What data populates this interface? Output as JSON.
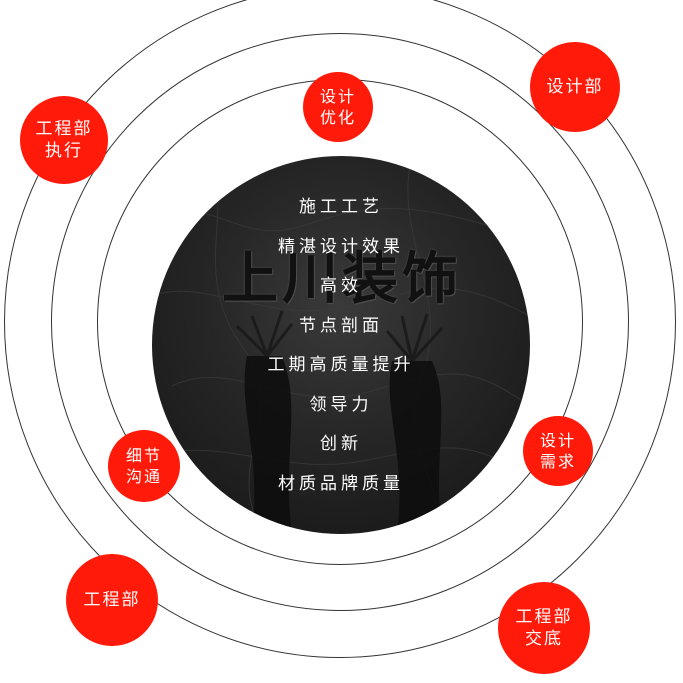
{
  "center": {
    "watermark": "上川装饰",
    "items": [
      "施工工艺",
      "精湛设计效果",
      "高效",
      "节点剖面",
      "工期高质量提升",
      "领导力",
      "创新",
      "材质品牌质量"
    ]
  },
  "badges": {
    "design_dept": "设计部",
    "eng_execute": "工程部\n执行",
    "design_opt": "设计\n优化",
    "detail_comm": "细节\n沟通",
    "design_need": "设计\n需求",
    "eng_dept": "工程部",
    "eng_handover": "工程部\n交底"
  },
  "colors": {
    "badge": "#ff1a0a",
    "ring": "#333333",
    "core": "#262626",
    "core_text": "#ffffff"
  }
}
